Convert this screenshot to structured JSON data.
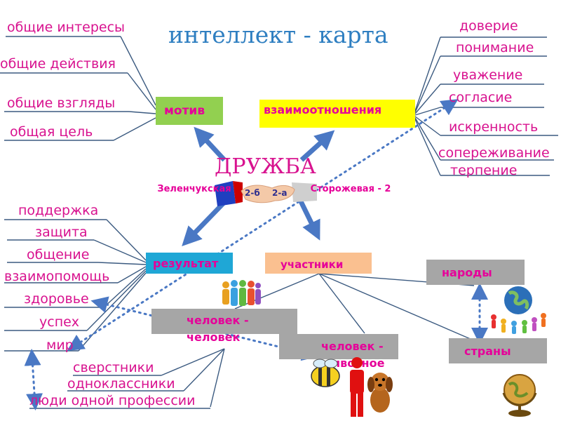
{
  "title": "интеллект - карта",
  "center": {
    "label": "ДРУЖБА",
    "left_school": "Зеленчукская",
    "right_school": "Сторожевая - 2",
    "left_class": "2-б",
    "right_class": "2-а"
  },
  "nodes": {
    "motiv": "мотив",
    "vzaimo": "взаимоотношения",
    "rezultat": "результат",
    "uchastniki": "участники",
    "narody": "народы",
    "strany": "страны",
    "chel_chel": "человек - человек",
    "chel_zhivotnoe": "человек - животное"
  },
  "motiv_items": [
    "общие интересы",
    "общие действия",
    "общие взгляды",
    "общая  цель"
  ],
  "vzaimo_items": [
    "доверие",
    "понимание",
    "уважение",
    "согласие",
    "искренность",
    "сопереживание",
    "терпение"
  ],
  "rezultat_items": [
    "поддержка",
    "защита",
    "общение",
    "взаимопомощь",
    "здоровье",
    "успех",
    "мир"
  ],
  "chel_items": [
    "сверстники",
    "одноклассники",
    "люди одной профессии"
  ],
  "icons": [
    "people-figures-icon",
    "globe-people-icon",
    "bee-icon",
    "dog-icon",
    "person-icon",
    "globe-stand-icon",
    "handshake-icon"
  ],
  "colors": {
    "accent_text": "#d8128f",
    "title": "#2f7fc1",
    "arrow": "#4a78c4",
    "branch_line": "#3b5a80",
    "green_box": "#92d050",
    "yellow_box": "#ffff00",
    "blue_box": "#1fa7d6",
    "orange_box": "#fac090",
    "gray_box": "#a6a6a6"
  }
}
